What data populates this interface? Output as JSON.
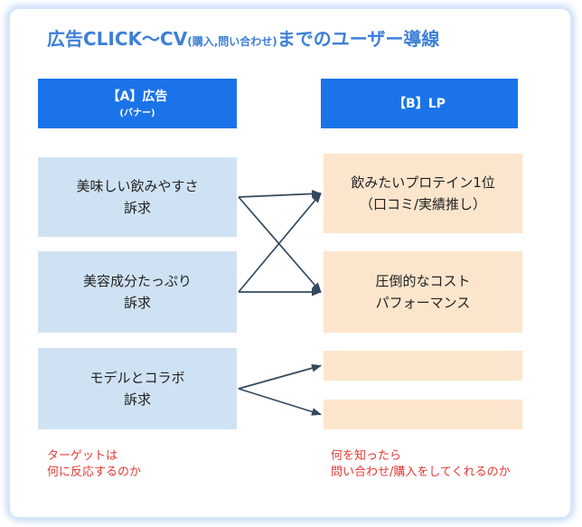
{
  "title": {
    "main": "広告CLICK〜CV",
    "sub": "(購入,問い合わせ)",
    "tail": "までのユーザー導線"
  },
  "columns": {
    "a": {
      "label": "【A】広告",
      "sublabel": "(バナー)"
    },
    "b": {
      "label": "【B】LP"
    }
  },
  "left_boxes": [
    {
      "lines": [
        "美味しい飲みやすさ",
        "訴求"
      ]
    },
    {
      "lines": [
        "美容成分たっぷり",
        "訴求"
      ]
    },
    {
      "lines": [
        "モデルとコラボ",
        "訴求"
      ]
    }
  ],
  "right_boxes": [
    {
      "lines": [
        "飲みたいプロテイン1位",
        "（口コミ/実績推し）"
      ]
    },
    {
      "lines": [
        "圧倒的なコスト",
        "パフォーマンス"
      ]
    },
    {
      "lines": []
    },
    {
      "lines": []
    }
  ],
  "notes": {
    "left": [
      "ターゲットは",
      "何に反応するのか"
    ],
    "right": [
      "何を知ったら",
      "問い合わせ/購入をしてくれるのか"
    ]
  },
  "connections": [
    {
      "from": 0,
      "to": 0
    },
    {
      "from": 0,
      "to": 1
    },
    {
      "from": 1,
      "to": 0
    },
    {
      "from": 1,
      "to": 1
    },
    {
      "from": 2,
      "to": 2
    },
    {
      "from": 2,
      "to": 3
    }
  ],
  "colors": {
    "title": "#3d7fd8",
    "header": "#1a73e8",
    "left_box": "#cfe2f3",
    "right_box": "#fce5cd",
    "note": "#e53935",
    "arrow": "#34495e"
  }
}
